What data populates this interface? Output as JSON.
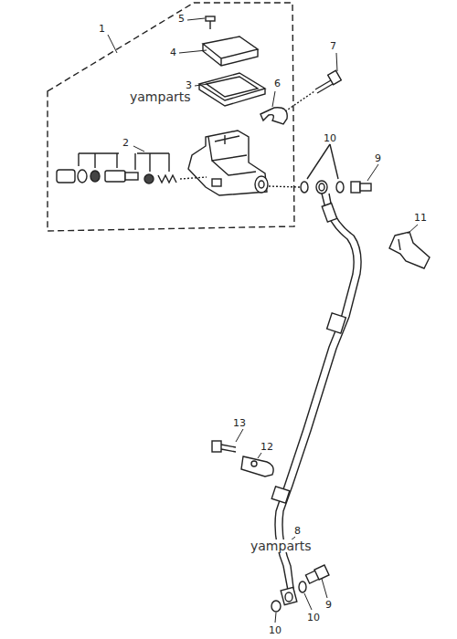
{
  "diagram": {
    "labels": [
      "1",
      "2",
      "3",
      "4",
      "5",
      "6",
      "7",
      "10",
      "9",
      "11",
      "13",
      "12",
      "8",
      "9",
      "10",
      "10",
      "yamparts",
      "yamparts"
    ]
  }
}
